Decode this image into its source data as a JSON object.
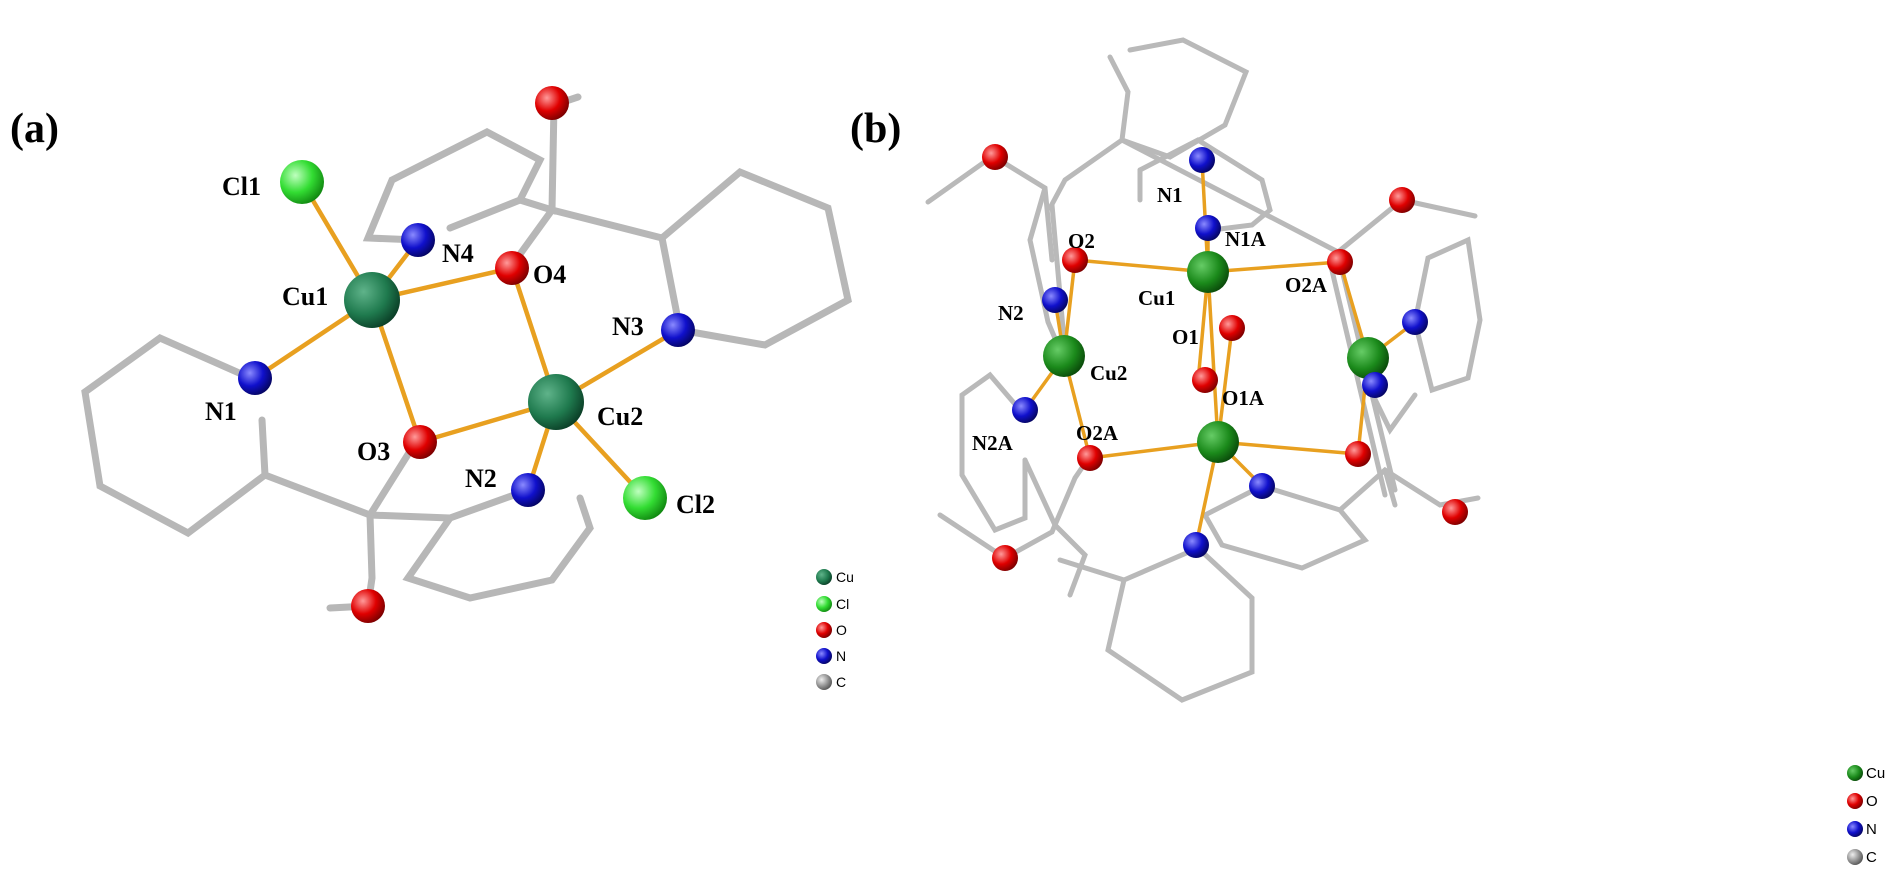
{
  "panel_a": {
    "label": "(a)",
    "atoms": {
      "cl1": "Cl1",
      "cu1": "Cu1",
      "n4": "N4",
      "o4": "O4",
      "n3": "N3",
      "n1": "N1",
      "cu2": "Cu2",
      "o3": "O3",
      "n2": "N2",
      "cl2": "Cl2"
    },
    "legend": [
      "Cu",
      "Cl",
      "O",
      "N",
      "C"
    ]
  },
  "panel_b": {
    "label": "(b)",
    "atoms": {
      "n1": "N1",
      "n1a": "N1A",
      "o2": "O2",
      "cu1": "Cu1",
      "o2a_right": "O2A",
      "n2": "N2",
      "o1": "O1",
      "cu2": "Cu2",
      "o1a": "O1A",
      "n2a": "N2A",
      "o2a_left": "O2A"
    },
    "legend": [
      "Cu",
      "O",
      "N",
      "C"
    ]
  },
  "colors": {
    "cu_a": "#1f7a4e",
    "cu_b": "#1b8a1b",
    "cl": "#33dd33",
    "o": "#e00000",
    "n": "#1010cc",
    "c": "#999999",
    "bond": "#e8a020",
    "stick": "#b7b7b7"
  }
}
